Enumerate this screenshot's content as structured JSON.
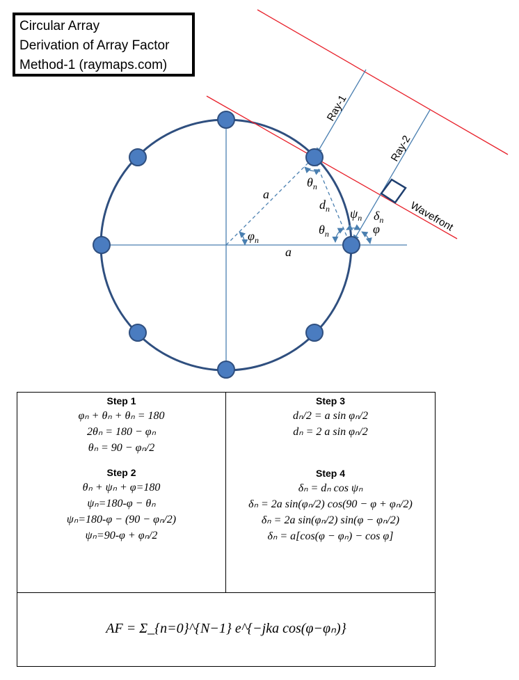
{
  "title": {
    "line1": "Circular Array",
    "line2": "Derivation of Array Factor",
    "line3": "Method-1 (raymaps.com)"
  },
  "diagram": {
    "ray1_label": "Ray-1",
    "ray2_label": "Ray-2",
    "wavefront_label": "Wavefront",
    "radius_label_a": "a",
    "phi_n": "φ",
    "phi_n_sub": "n",
    "theta_n": "θ",
    "theta_n_sub": "n",
    "d_n": "d",
    "d_n_sub": "n",
    "psi_n": "ψ",
    "psi_n_sub": "n",
    "delta_n": "δ",
    "delta_n_sub": "n",
    "phi": "φ",
    "colors": {
      "ring": "#2f4f7f",
      "element": "#4a7cc0",
      "axis": "#4a7fb0",
      "wavefront": "#e8202a"
    }
  },
  "steps": {
    "step1": {
      "title": "Step 1",
      "eq1": "φₙ + θₙ + θₙ = 180",
      "eq2": "2θₙ = 180 − φₙ",
      "eq3": "θₙ = 90 − φₙ/2"
    },
    "step2": {
      "title": "Step 2",
      "eq1": "θₙ + ψₙ + φ=180",
      "eq2": "ψₙ=180-φ − θₙ",
      "eq3": "ψₙ=180-φ − (90 − φₙ/2)",
      "eq4": "ψₙ=90-φ + φₙ/2"
    },
    "step3": {
      "title": "Step 3",
      "eq1": "dₙ/2 = a sin φₙ/2",
      "eq2": "dₙ = 2 a sin φₙ/2"
    },
    "step4": {
      "title": "Step 4",
      "eq1": "δₙ = dₙ cos ψₙ",
      "eq2": "δₙ = 2a sin(φₙ/2) cos(90 − φ + φₙ/2)",
      "eq3": "δₙ = 2a sin(φₙ/2) sin(φ − φₙ/2)",
      "eq4": "δₙ = a[cos(φ − φₙ) − cos φ]"
    },
    "af": "AF = Σ_{n=0}^{N−1} e^{−jka cos(φ−φₙ)}"
  }
}
